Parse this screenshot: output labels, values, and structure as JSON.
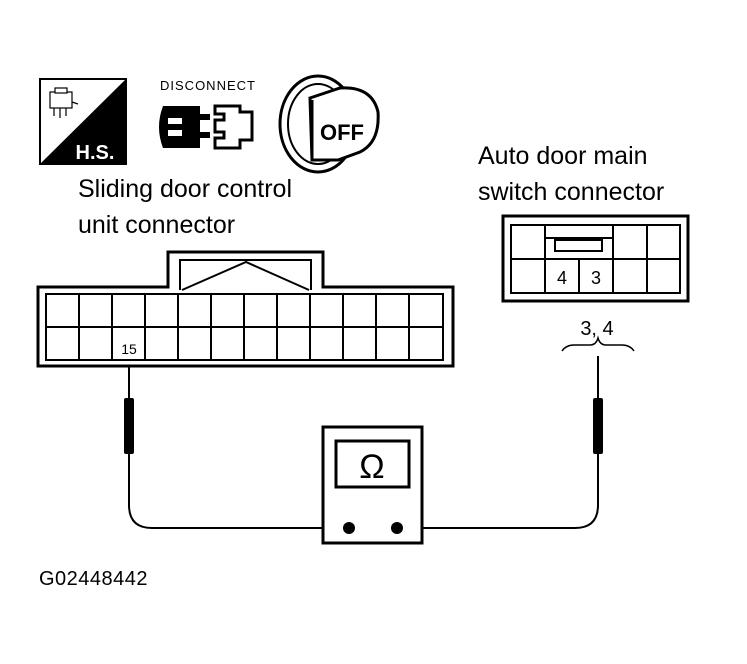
{
  "icons": {
    "hs_label": "H.S.",
    "disconnect_label": "DISCONNECT",
    "ignition_label": "OFF"
  },
  "left_connector": {
    "title_line1": "Sliding door control",
    "title_line2": "unit connector",
    "pin_label": "15"
  },
  "right_connector": {
    "title_line1": "Auto door main",
    "title_line2": "switch connector",
    "pin_a": "4",
    "pin_b": "3",
    "pins_label": "3, 4"
  },
  "meter": {
    "symbol": "Ω",
    "symbol_icon": "ohm-icon"
  },
  "figure_id": "G02448442",
  "colors": {
    "line": "#000000",
    "background": "#ffffff"
  }
}
